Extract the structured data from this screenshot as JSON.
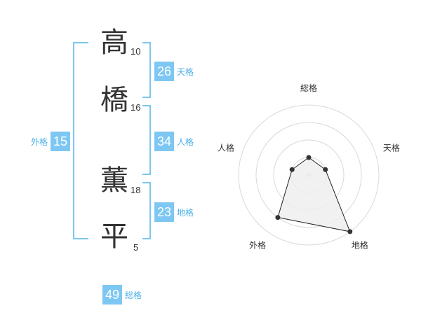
{
  "name": {
    "chars": [
      {
        "char": "高",
        "strokes": "10"
      },
      {
        "char": "橋",
        "strokes": "16"
      },
      {
        "char": "薫",
        "strokes": "18"
      },
      {
        "char": "平",
        "strokes": "5"
      }
    ]
  },
  "fortune": {
    "tenkaku": {
      "value": "26",
      "label": "天格"
    },
    "jinkaku": {
      "value": "34",
      "label": "人格"
    },
    "chikaku": {
      "value": "23",
      "label": "地格"
    },
    "gaikaku": {
      "value": "15",
      "label": "外格"
    },
    "soukaku": {
      "value": "49",
      "label": "総格"
    }
  },
  "colors": {
    "accent": "#7dc7f2",
    "accent_text": "#4ab0e8",
    "text": "#333333",
    "radar_fill": "#eeeeee",
    "radar_stroke": "#222222",
    "grid": "#d9d9d9"
  },
  "chart_data": {
    "type": "radar",
    "axes": [
      "総格",
      "天格",
      "地格",
      "外格",
      "人格"
    ],
    "values": [
      2,
      2,
      5,
      4,
      2
    ],
    "max": 5,
    "rings": 4
  }
}
